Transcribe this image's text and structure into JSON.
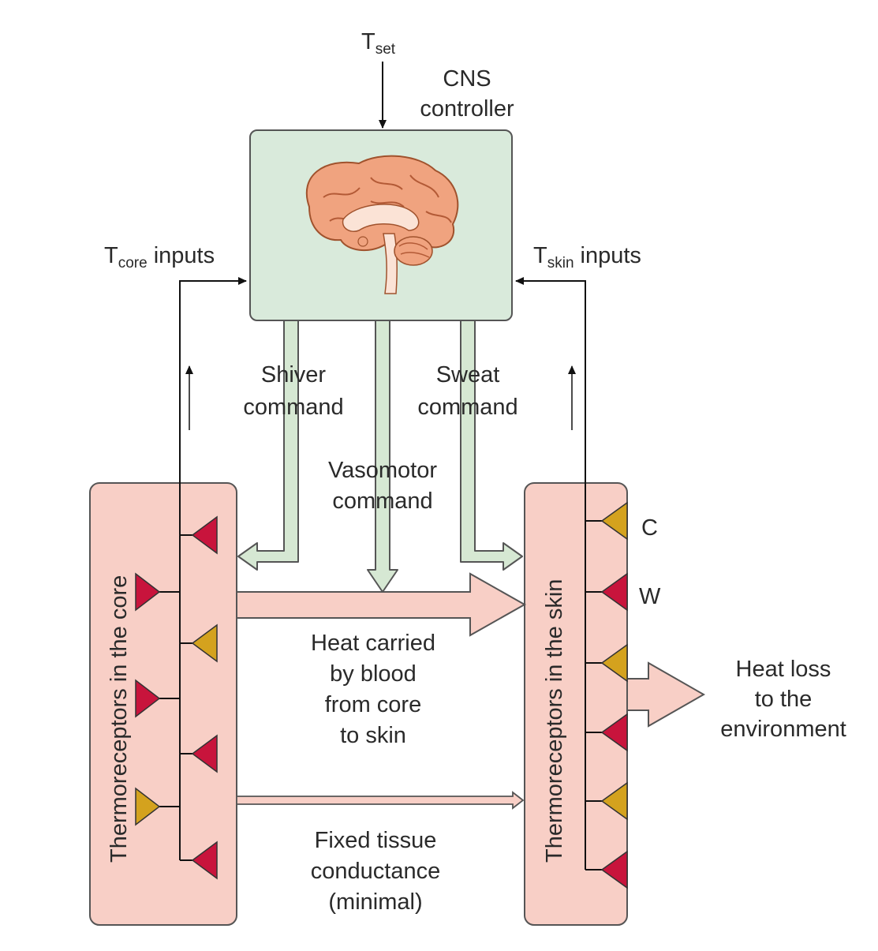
{
  "setpoint": {
    "symbol": "T",
    "subscript": "set"
  },
  "controller": {
    "line1": "CNS",
    "line2": "controller"
  },
  "core_input": {
    "symbol": "T",
    "subscript": "core",
    "suffix": "inputs"
  },
  "skin_input": {
    "symbol": "T",
    "subscript": "skin",
    "suffix": "inputs"
  },
  "shiver": {
    "line1": "Shiver",
    "line2": "command"
  },
  "sweat": {
    "line1": "Sweat",
    "line2": "command"
  },
  "vasomotor": {
    "line1": "Vasomotor",
    "line2": "command"
  },
  "core_panel_label": "Thermoreceptors in the core",
  "skin_panel_label": "Thermoreceptors in the skin",
  "receptor_cold_label": "C",
  "receptor_warm_label": "W",
  "blood_heat": {
    "line1": "Heat carried",
    "line2": "by blood",
    "line3": "from core",
    "line4": "to skin"
  },
  "conductance": {
    "line1": "Fixed tissue",
    "line2": "conductance",
    "line3": "(minimal)"
  },
  "heat_loss": {
    "line1": "Heat loss",
    "line2": "to the",
    "line3": "environment"
  },
  "colors": {
    "controller_fill": "#d9eadb",
    "command_arrow_fill": "#d6e8d3",
    "panel_fill": "#f8cfc6",
    "heat_arrow_fill": "#f8cfc6",
    "warm_receptor": "#c8143c",
    "cold_receptor": "#d4a21e",
    "brain": "#f0a37f"
  }
}
